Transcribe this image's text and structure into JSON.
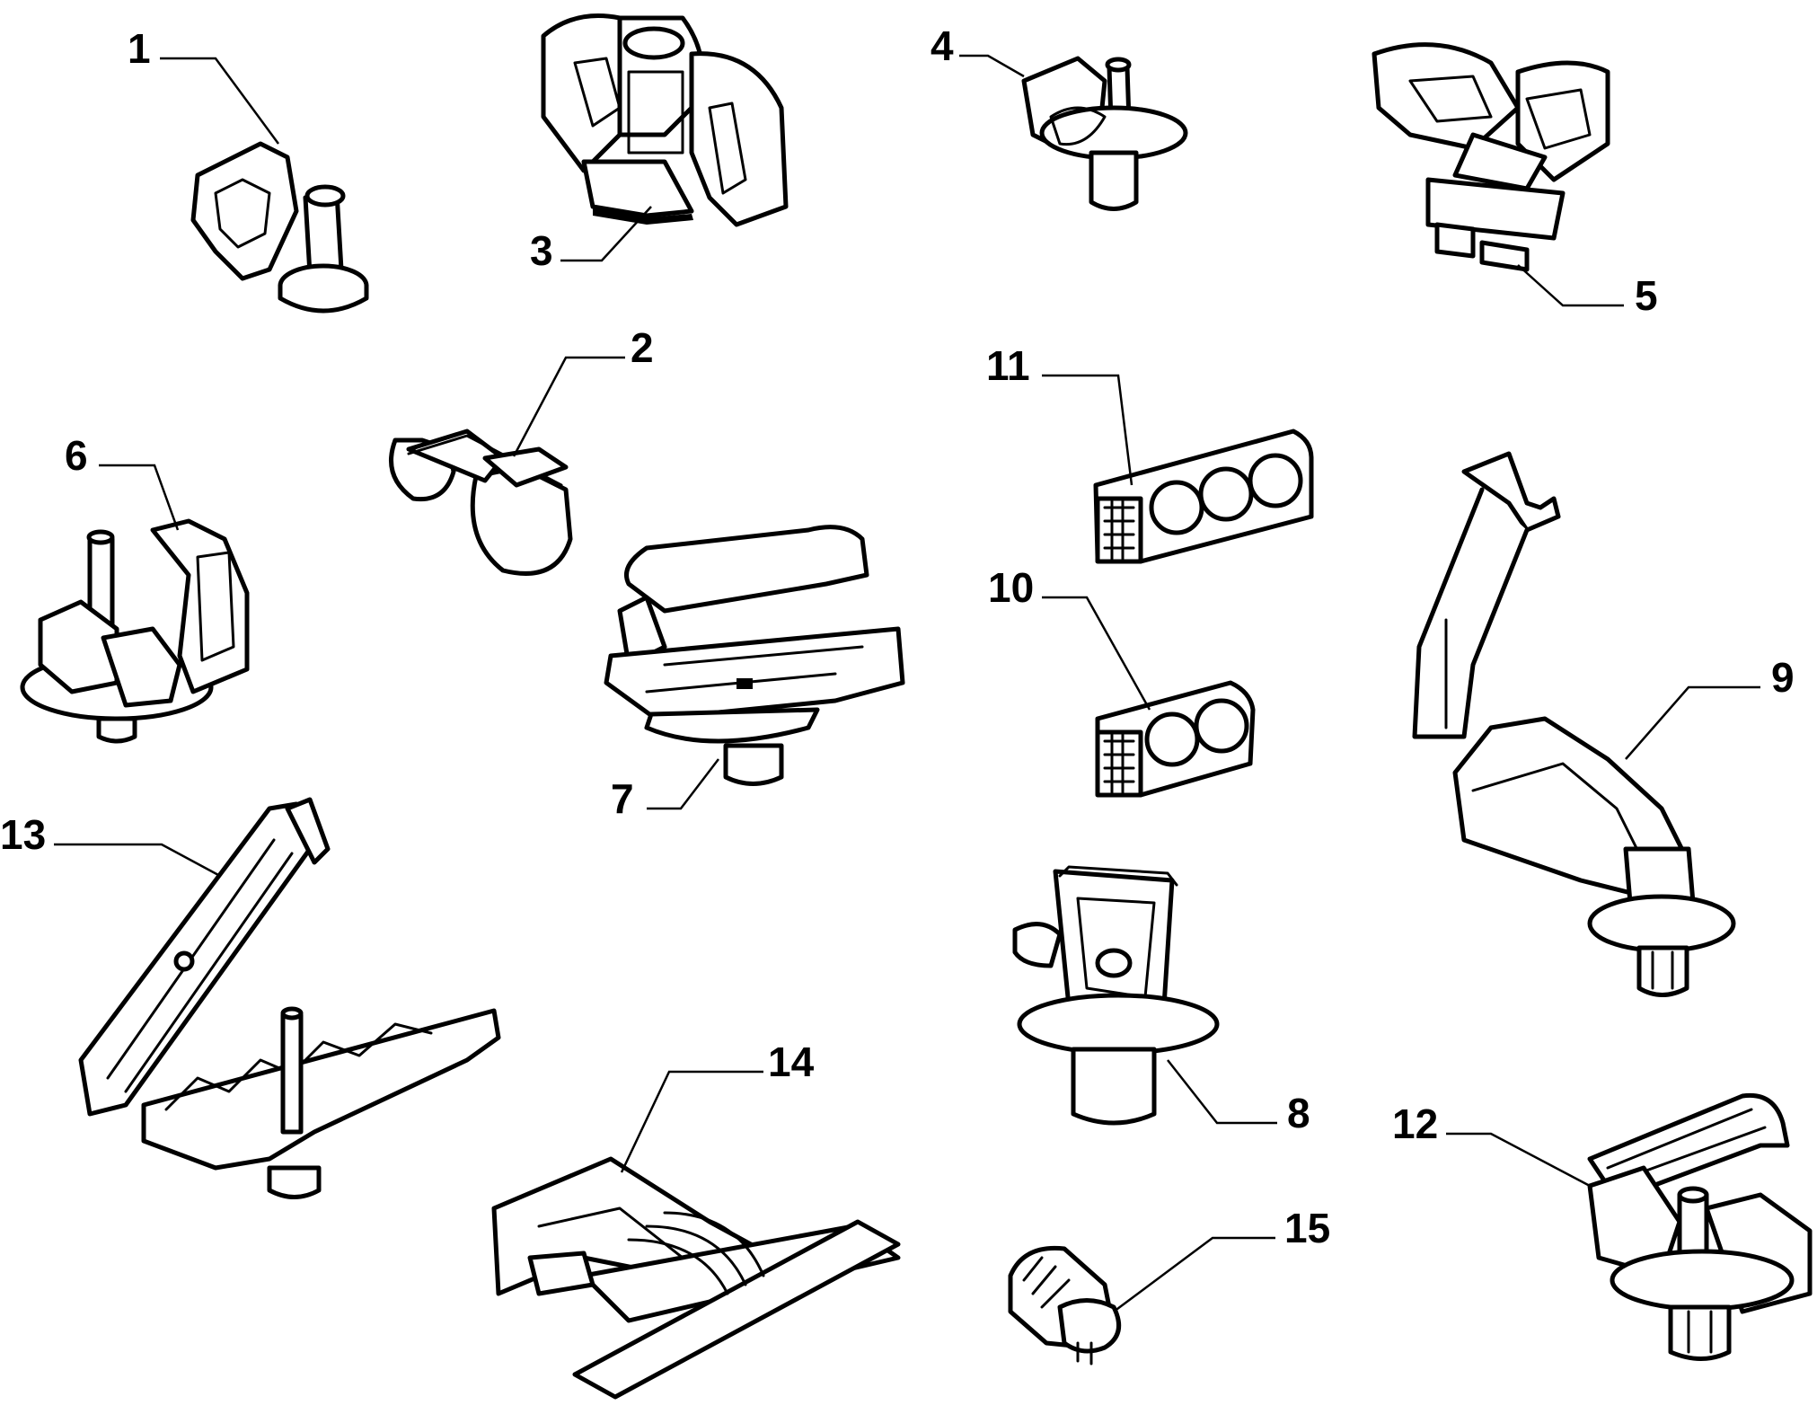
{
  "callouts": [
    {
      "id": "1",
      "label": "1"
    },
    {
      "id": "2",
      "label": "2"
    },
    {
      "id": "3",
      "label": "3"
    },
    {
      "id": "4",
      "label": "4"
    },
    {
      "id": "5",
      "label": "5"
    },
    {
      "id": "6",
      "label": "6"
    },
    {
      "id": "7",
      "label": "7"
    },
    {
      "id": "8",
      "label": "8"
    },
    {
      "id": "9",
      "label": "9"
    },
    {
      "id": "10",
      "label": "10"
    },
    {
      "id": "11",
      "label": "11"
    },
    {
      "id": "12",
      "label": "12"
    },
    {
      "id": "13",
      "label": "13"
    },
    {
      "id": "14",
      "label": "14"
    },
    {
      "id": "15",
      "label": "15"
    }
  ],
  "colors": {
    "ink": "#000000",
    "paper": "#ffffff"
  }
}
